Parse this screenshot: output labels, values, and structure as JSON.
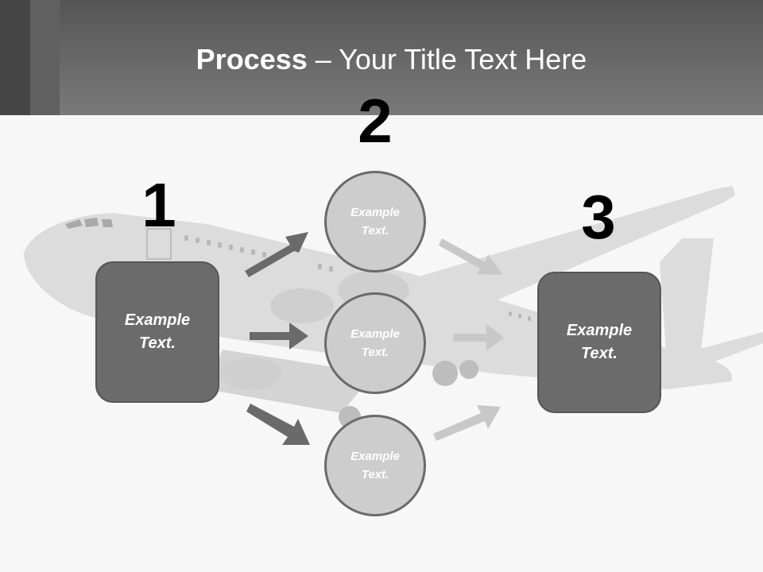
{
  "title": {
    "bold": "Process",
    "rest": " – Your Title Text Here"
  },
  "steps": [
    {
      "number": "1",
      "text_line1": "Example",
      "text_line2": "Text."
    },
    {
      "number": "2"
    },
    {
      "number": "3",
      "text_line1": "Example",
      "text_line2": "Text."
    }
  ],
  "circles": [
    {
      "text_line1": "Example",
      "text_line2": "Text."
    },
    {
      "text_line1": "Example",
      "text_line2": "Text."
    },
    {
      "text_line1": "Example",
      "text_line2": "Text."
    }
  ],
  "colors": {
    "header": "#666666",
    "box": "#6b6b6b",
    "circle": "#cdcdcd",
    "arrow_dark": "#6a6a6a",
    "arrow_light": "#c8c8c8"
  }
}
